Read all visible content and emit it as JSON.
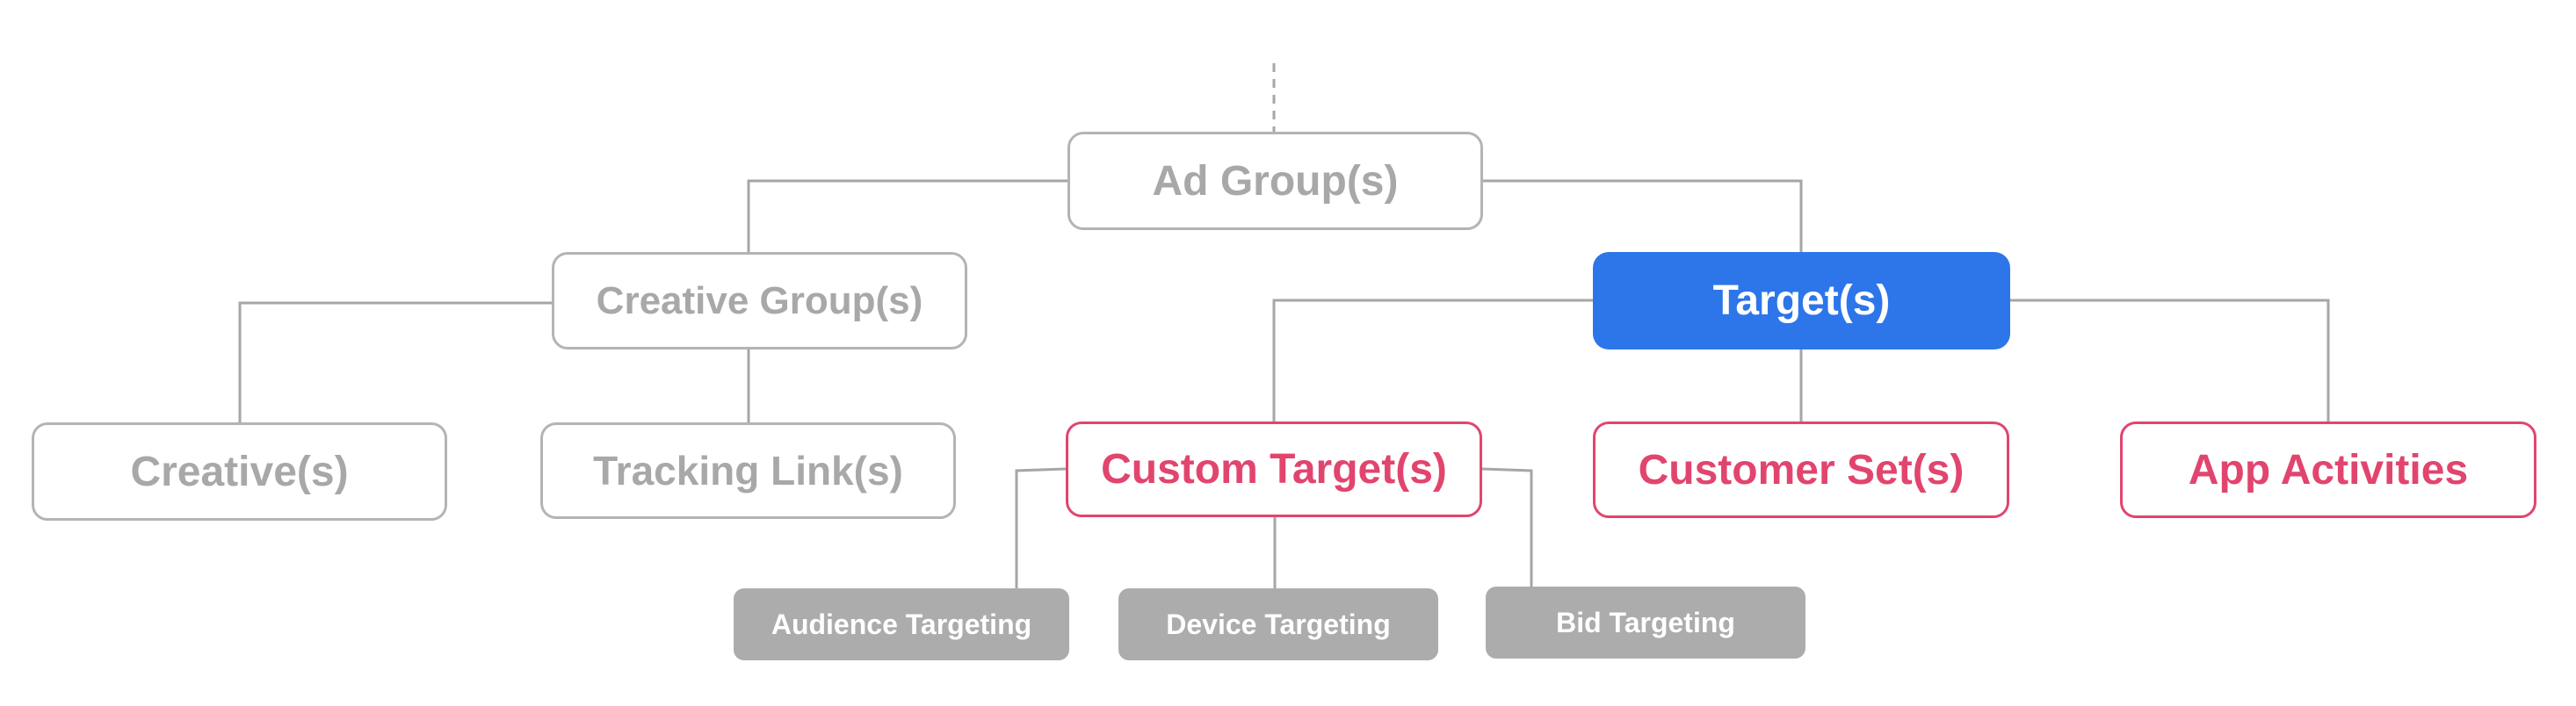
{
  "nodes": {
    "ad_group": "Ad Group(s)",
    "creative_group": "Creative Group(s)",
    "target": "Target(s)",
    "creative": "Creative(s)",
    "tracking_link": "Tracking Link(s)",
    "custom_target": "Custom Target(s)",
    "customer_set": "Customer Set(s)",
    "app_activities": "App Activities",
    "audience_targeting": "Audience Targeting",
    "device_targeting": "Device Targeting",
    "bid_targeting": "Bid Targeting"
  },
  "colors": {
    "highlight": "#2d76e9",
    "accent": "#e1456e",
    "muted": "#a8a8a8",
    "leaf": "#acacac",
    "connector": "#a6a6a6"
  }
}
